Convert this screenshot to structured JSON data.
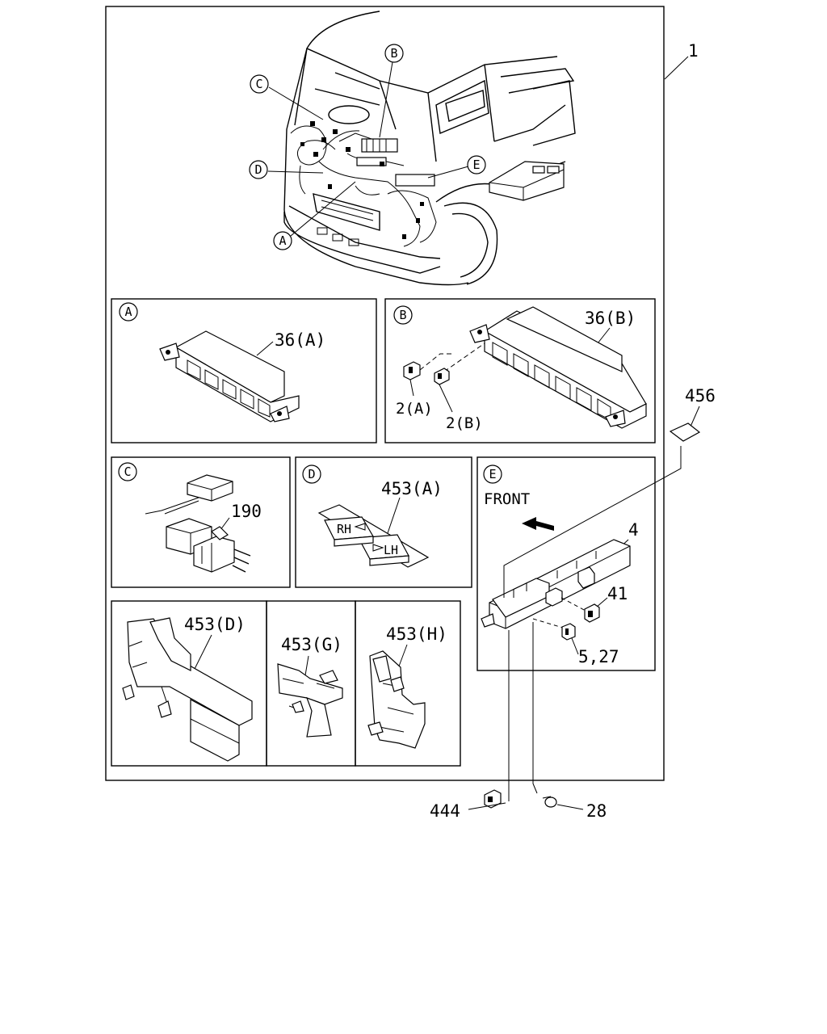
{
  "callouts": {
    "main": "1",
    "a": "36(A)",
    "b": "36(B)",
    "b_2a": "2(A)",
    "b_2b": "2(B)",
    "c": "190",
    "d": "453(A)",
    "e_front": "FRONT",
    "e_4": "4",
    "e_41": "41",
    "e_527": "5,27",
    "d453": "453(D)",
    "g453": "453(G)",
    "h453": "453(H)",
    "p456": "456",
    "p444": "444",
    "p28": "28"
  },
  "letters": {
    "a": "A",
    "b": "B",
    "c": "C",
    "d": "D",
    "e": "E"
  },
  "fuse_labels": {
    "rh": "RH",
    "lh": "LH"
  }
}
